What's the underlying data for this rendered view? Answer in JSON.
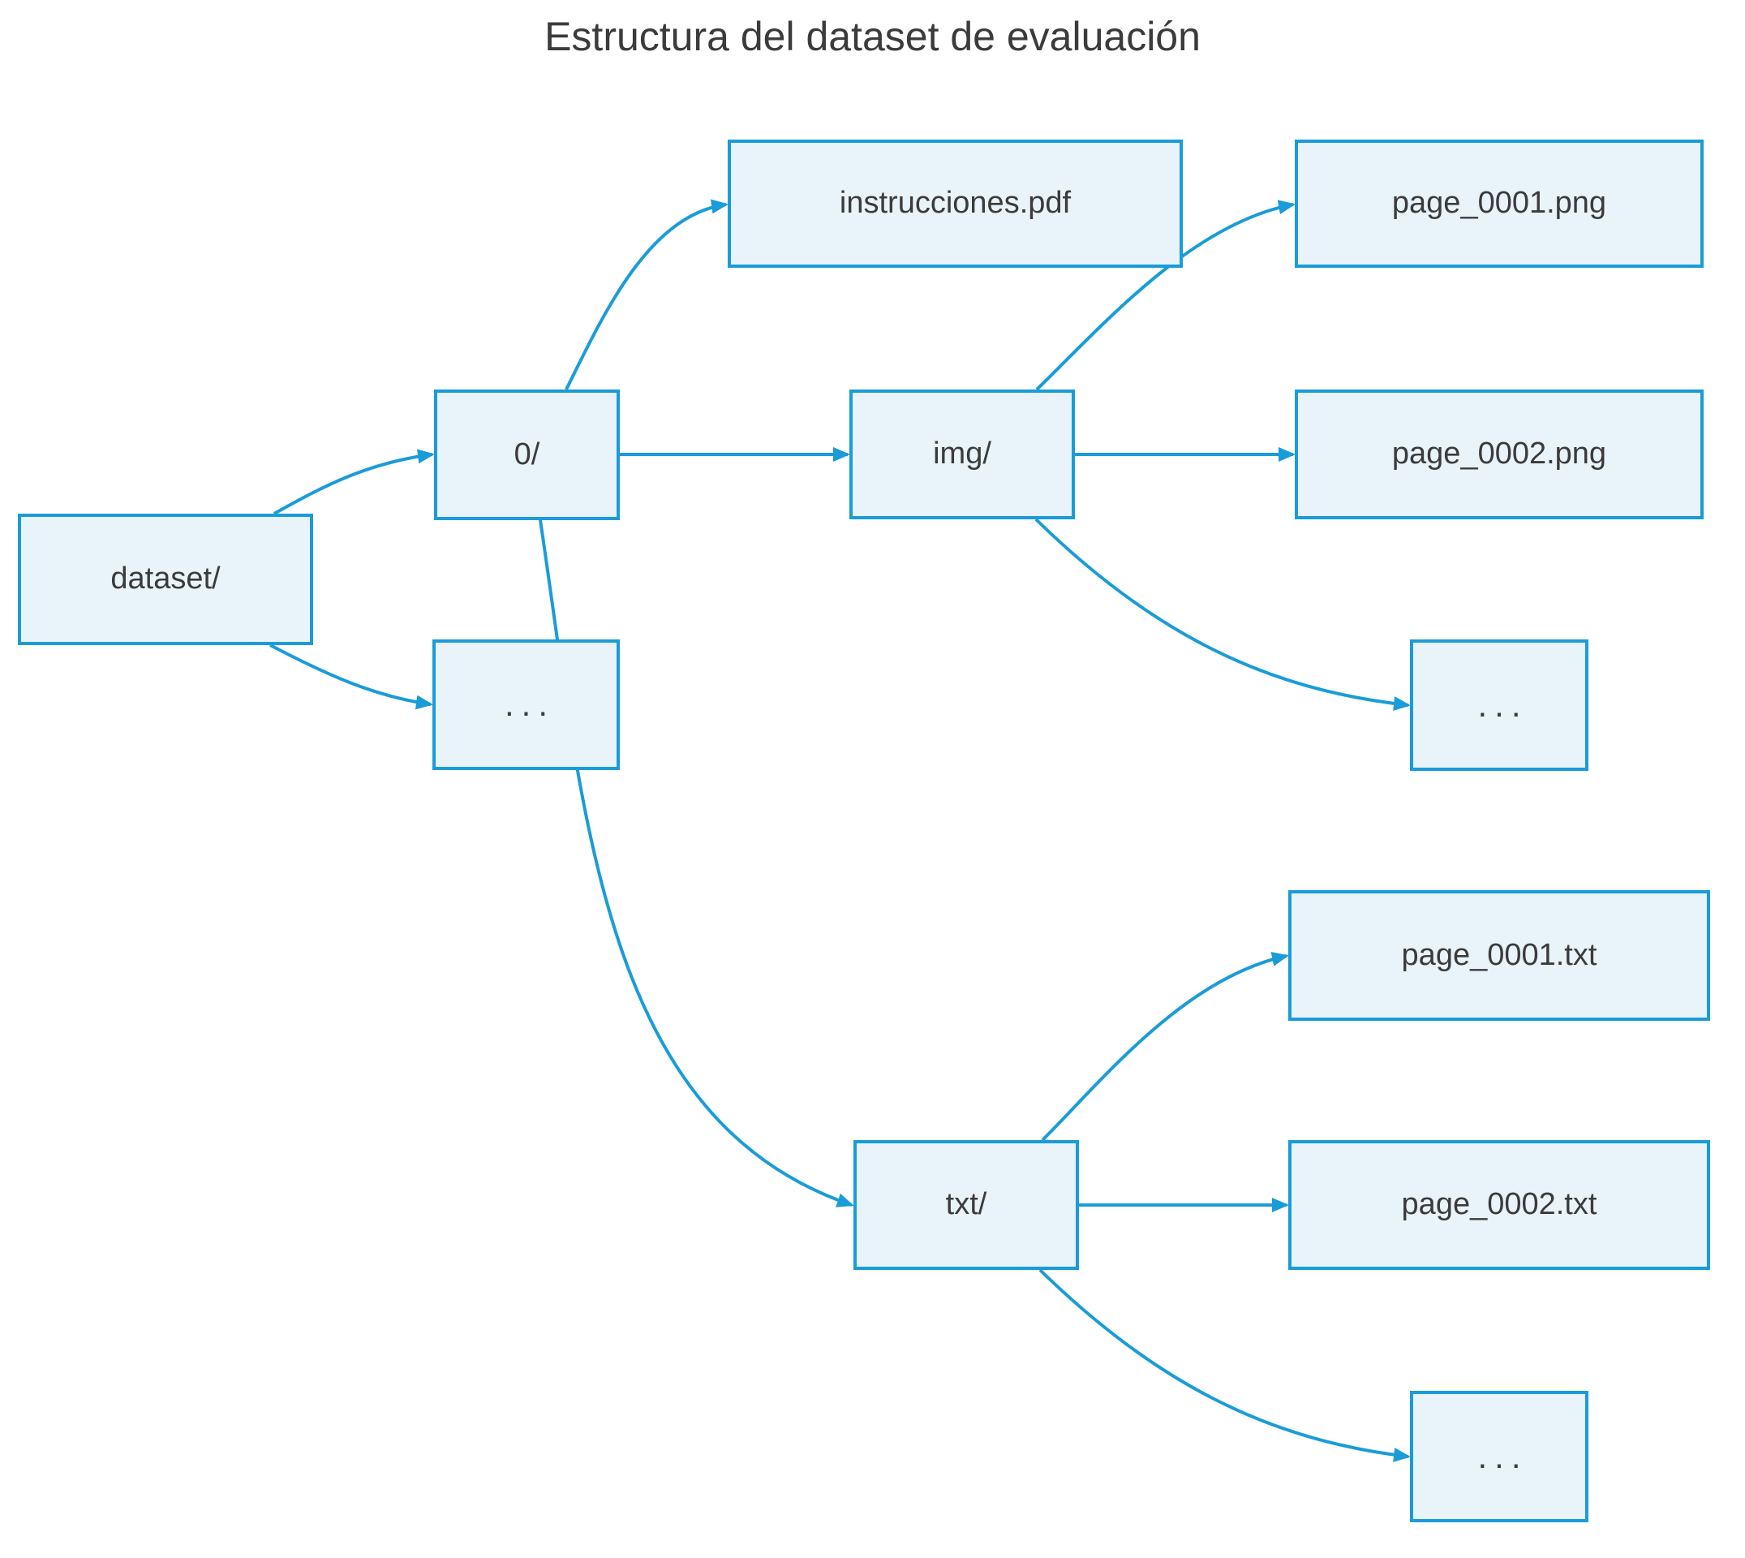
{
  "title": "Estructura del dataset de evaluación",
  "diagram": {
    "type": "flowchart-LR",
    "colors": {
      "background": "#ffffff",
      "node_fill": "#e9f3fa",
      "node_border": "#1a9cd8",
      "edge_line": "#1a9cd8",
      "arrowhead": "#1a9cd8",
      "text": "#3b3b3b"
    },
    "nodes": [
      {
        "id": "dataset",
        "label": "dataset/"
      },
      {
        "id": "n0",
        "label": "0/"
      },
      {
        "id": "dots1",
        "label": "..."
      },
      {
        "id": "instr",
        "label": "instrucciones.pdf"
      },
      {
        "id": "img",
        "label": "img/"
      },
      {
        "id": "txt",
        "label": "txt/"
      },
      {
        "id": "png1",
        "label": "page_0001.png"
      },
      {
        "id": "png2",
        "label": "page_0002.png"
      },
      {
        "id": "dots2",
        "label": "..."
      },
      {
        "id": "txt1",
        "label": "page_0001.txt"
      },
      {
        "id": "txt2",
        "label": "page_0002.txt"
      },
      {
        "id": "dots3",
        "label": "..."
      }
    ],
    "edges": [
      {
        "from": "dataset",
        "to": "n0"
      },
      {
        "from": "dataset",
        "to": "dots1"
      },
      {
        "from": "n0",
        "to": "instr"
      },
      {
        "from": "n0",
        "to": "img"
      },
      {
        "from": "n0",
        "to": "txt"
      },
      {
        "from": "img",
        "to": "png1"
      },
      {
        "from": "img",
        "to": "png2"
      },
      {
        "from": "img",
        "to": "dots2"
      },
      {
        "from": "txt",
        "to": "txt1"
      },
      {
        "from": "txt",
        "to": "txt2"
      },
      {
        "from": "txt",
        "to": "dots3"
      }
    ]
  }
}
